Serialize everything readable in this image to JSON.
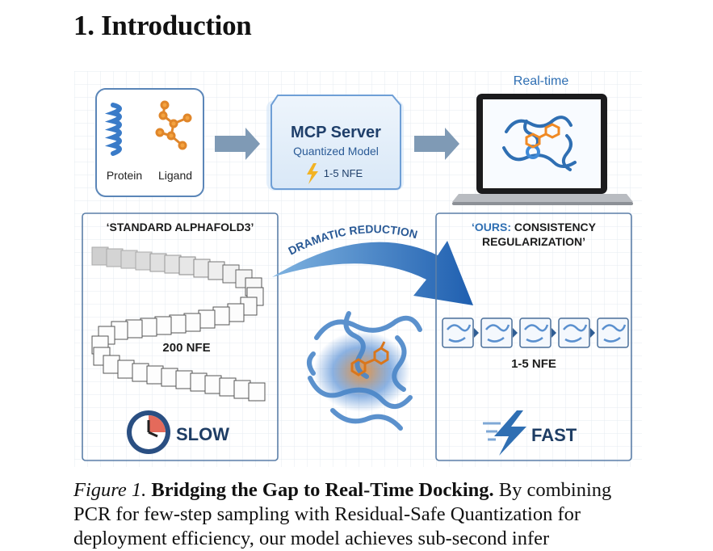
{
  "section": {
    "number": "1.",
    "title": "Introduction"
  },
  "figure": {
    "input_box": {
      "protein_label": "Protein",
      "ligand_label": "Ligand"
    },
    "server_box": {
      "title": "MCP Server",
      "subtitle": "Quantized Model",
      "nfe": "1-5 NFE"
    },
    "laptop": {
      "label": "Real-time"
    },
    "standard_panel": {
      "title": "‘STANDARD ALPHAFOLD3’",
      "nfe": "200 NFE",
      "speed": "SLOW"
    },
    "arrow_label": "DRAMATIC REDUCTION",
    "ours_panel": {
      "title_prefix": "‘OURS:",
      "title_rest": " CONSISTENCY",
      "title_line2": "REGULARIZATION’",
      "nfe": "1-5 NFE",
      "speed": "FAST"
    },
    "colors": {
      "accent_blue": "#2f6fb3",
      "orange": "#f0a030",
      "frame": "#5b7fa8"
    }
  },
  "caption": {
    "label": "Figure 1.",
    "title": "Bridging the Gap to Real-Time Docking.",
    "text": "By combining PCR for few-step sampling with Residual-Safe Quantization for deployment efficiency, our model achieves sub-second infer"
  }
}
